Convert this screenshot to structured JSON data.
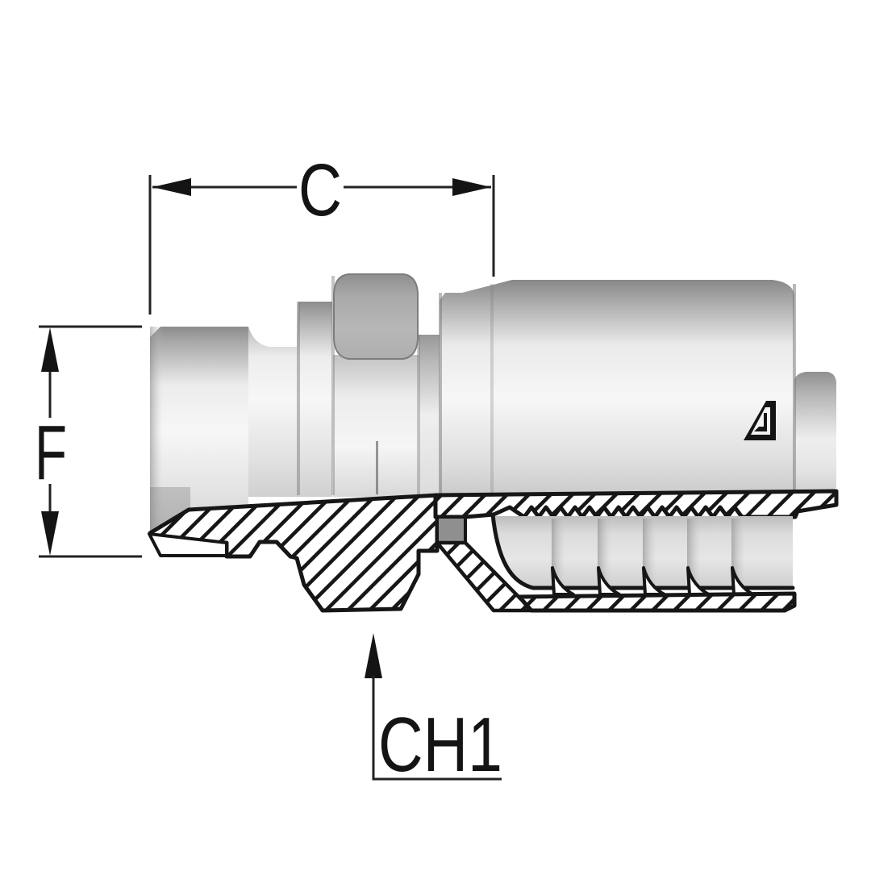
{
  "drawing": {
    "type": "technical-drawing",
    "subject": "hydraulic hose fitting, male end with crimp ferrule, half cross-section",
    "labels": {
      "dim_c": "C",
      "dim_f": "F",
      "dim_ch1": "CH1"
    },
    "logo": "manufacturer-mark",
    "colors": {
      "background": "#ffffff",
      "outline": "#1a1a1a",
      "dimension_lines": "#222222",
      "metal_light": "#f7f7f7",
      "metal_dark": "#8c8c8c",
      "hex_face": "#b3b3b3"
    }
  }
}
